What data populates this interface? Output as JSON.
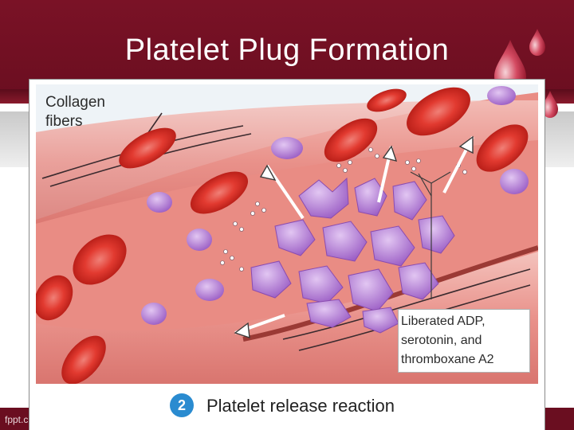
{
  "slide": {
    "title": "Platelet Plug Formation",
    "footer": "fppt.c"
  },
  "figure": {
    "collagen_label": [
      "Collagen",
      "fibers"
    ],
    "callout": [
      "Liberated ADP,",
      "serotonin, and",
      "thromboxane A2"
    ],
    "step_number": "2",
    "caption": "Platelet release reaction"
  },
  "colors": {
    "header": "#6a0e20",
    "vessel_wall": "#e6908a",
    "blood_cell": "#d42a24",
    "platelet": "#b07ad2",
    "step_badge": "#2a8bd0"
  }
}
